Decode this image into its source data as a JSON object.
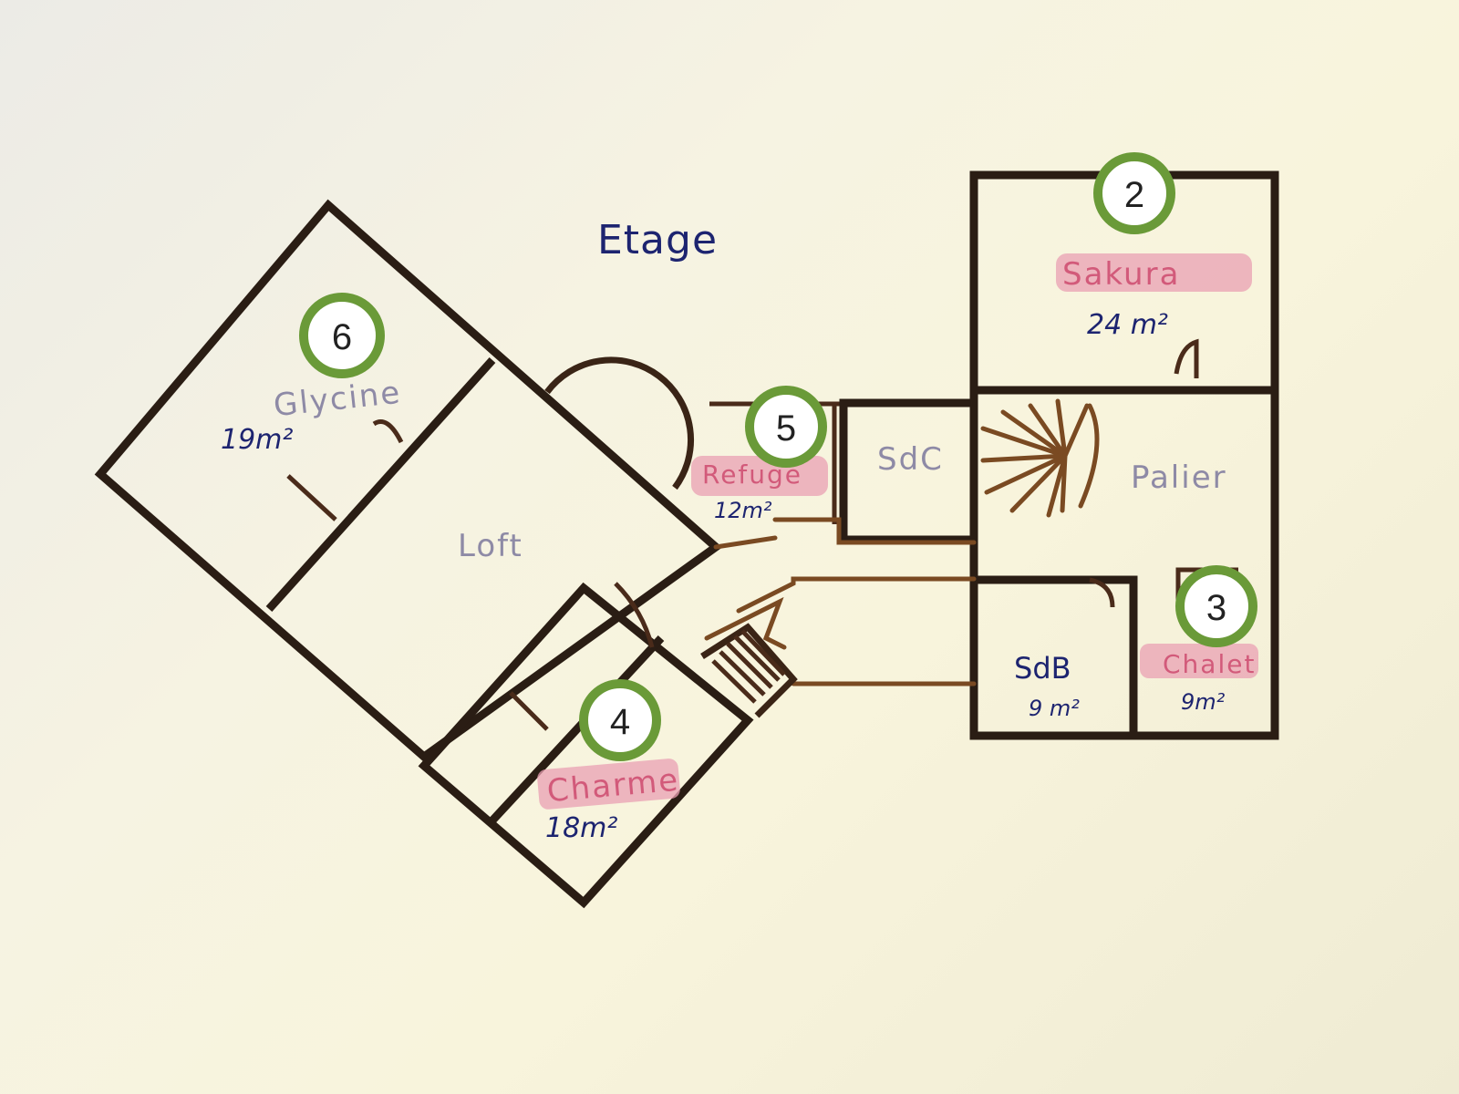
{
  "title": "Etage",
  "rooms": {
    "glycine": {
      "badge": "6",
      "name": "Glycine",
      "area": "19m²"
    },
    "loft": {
      "name": "Loft"
    },
    "charme": {
      "badge": "4",
      "name": "Charme",
      "area": "18m²"
    },
    "refuge": {
      "badge": "5",
      "name": "Refuge",
      "area": "12m²"
    },
    "sdc": {
      "name": "SdC"
    },
    "sakura": {
      "badge": "2",
      "name": "Sakura",
      "area": "24 m²"
    },
    "palier": {
      "name": "Palier"
    },
    "sdb": {
      "name": "SdB",
      "area": "9 m²"
    },
    "chalet": {
      "badge": "3",
      "name": "Chalet",
      "area": "9m²"
    }
  },
  "colors": {
    "badge_ring": "#6a9a38",
    "wall": "#2a1d14",
    "ink_blue": "#1d2470",
    "highlight_pink": "#e9a0b3"
  }
}
